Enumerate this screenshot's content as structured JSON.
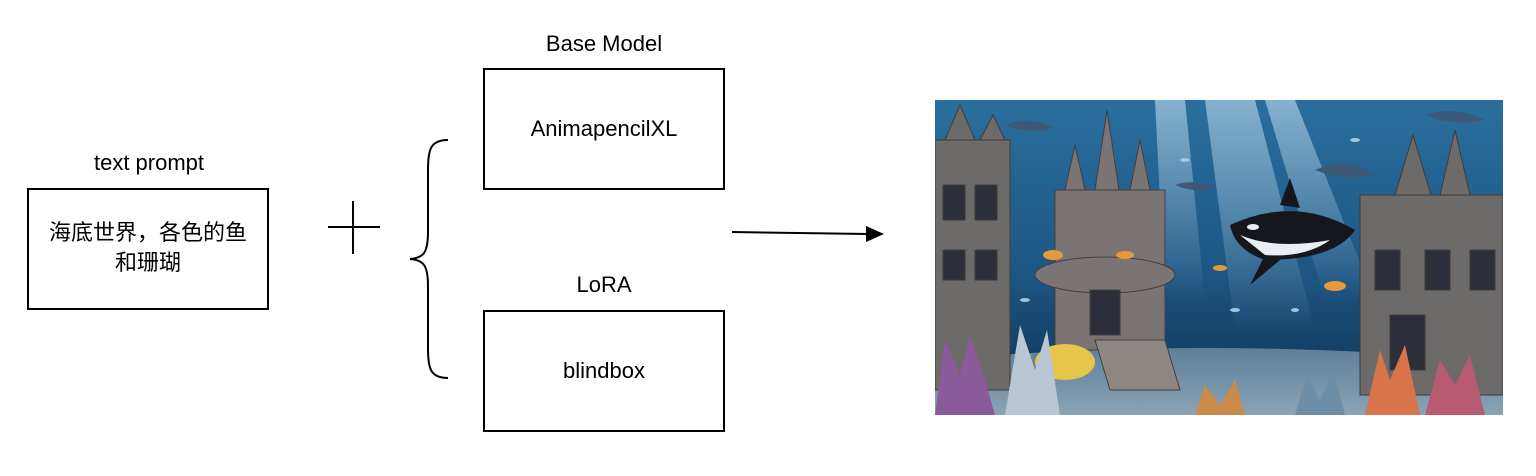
{
  "prompt": {
    "title": "text prompt",
    "text": "海底世界，各色的鱼\n和珊瑚"
  },
  "base_model": {
    "title": "Base Model",
    "name": "AnimapencilXL"
  },
  "lora": {
    "title": "LoRA",
    "name": "blindbox"
  },
  "colors": {
    "line": "#000000",
    "water_top": "#2a6f9e",
    "water_bottom": "#0e2f4d",
    "sand": "#5f7f99",
    "castle": "#6d6a6a"
  }
}
